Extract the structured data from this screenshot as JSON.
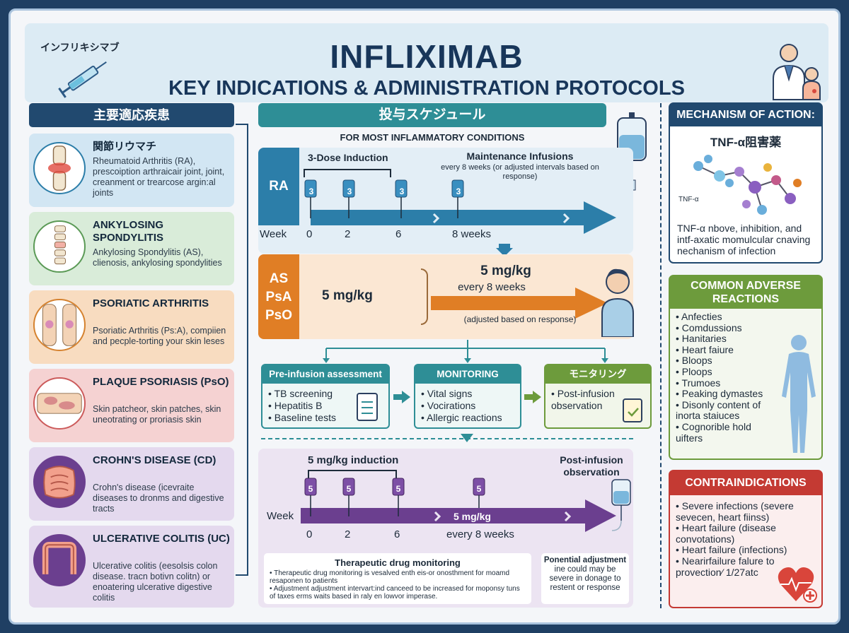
{
  "header": {
    "jp_label": "インフリキシマブ",
    "title": "INFLIXIMAB",
    "subtitle": "KEY INDICATIONS & ADMINISTRATION PROTOCOLS"
  },
  "indications": {
    "heading": "主要適応疾患",
    "items": [
      {
        "name": "関節リウマチ",
        "desc": "Rheumatoid Arthritis (RA), prescoiption arthraicair joint, joint, creanment or trearcose argin:al joints"
      },
      {
        "name": "ANKYLOSING SPONDYLITIS",
        "desc": "Ankylosing Spondylitis (AS), clienosis, ankylosing spondylities"
      },
      {
        "name": "PSORIATIC ARTHRITIS",
        "desc": "Psoriatic Arthritis (Ps:A), compiien and pecple-torting your skin leses"
      },
      {
        "name": "PLAQUE PSORIASIS (PsO)",
        "desc": "Skin patcheor, skin patches, skin uneotrating or proriasis skin"
      },
      {
        "name": "CROHN'S DISEASE (CD)",
        "desc": "Crohn's disease (icevraite diseases to dronms and digestive tracts"
      },
      {
        "name": "ULCERATIVE COLITIS (UC)",
        "desc": "Ulcerative colitis (eesolsis colon disease. tracn botivn colitn) or enoatering ulcerative digestive colitis"
      }
    ]
  },
  "schedule": {
    "heading": "投与スケジュール",
    "subheading": "FOR MOST INFLAMMATORY CONDITIONS",
    "ra": {
      "label": "RA",
      "induction_label": "3-Dose Induction",
      "maintenance_label": "Maintenance Infusions",
      "maintenance_note": "every 8 weeks (or adjusted intervals based on response)",
      "week_label": "Week",
      "weeks": [
        "0",
        "2",
        "6",
        "8 weeks"
      ],
      "dose_badge": "3"
    },
    "as": {
      "labels": [
        "AS",
        "PsA",
        "PsO"
      ],
      "dose": "5 mg/kg",
      "maint_dose": "5 mg/kg",
      "maint_freq": "every 8 weeks",
      "note": "(adjusted based on response)"
    },
    "steps": [
      {
        "title": "Pre-infusion assessment",
        "items": [
          "TB screening",
          "Hepatitis B",
          "Baseline tests"
        ],
        "color": "#2e8e96"
      },
      {
        "title": "MONITORING",
        "items": [
          "Vital signs",
          "Vocirations",
          "Allergic reactions"
        ],
        "color": "#2e8e96"
      },
      {
        "title": "モニタリング",
        "items": [
          "Post-infusion observation"
        ],
        "color": "#6d9b3c"
      }
    ],
    "cd": {
      "induction_label": "5 mg/kg induction",
      "post_label": "Post-infusion observation",
      "week_label": "Week",
      "weeks": [
        "0",
        "2",
        "6"
      ],
      "maint_dose": "5 mg/kg",
      "maint_freq": "every 8 weeks",
      "dose_badge": "5",
      "tdm_title": "Therapeutic drug monitoring",
      "tdm_items": [
        "Therapeutic drug monitoring is vesalved enth eis-or onosthment for moamd resaponen to patients",
        "Adjustment adjustment intervart:ind canceed to be increased for moponsy tuns of taxes erms waits based in raly en lowvor imperase."
      ],
      "adj_title": "Ponential adjustment",
      "adj_text": "ine could may be severe in donage to restent or response"
    }
  },
  "mechanism": {
    "heading": "MECHANISM OF ACTION:",
    "subheading": "TNF-α阻害薬",
    "molecule_label": "TNF-α",
    "text": "TNF-α nbove, inhibition, and intf-axatic momulcular cnaving nechanism of infection"
  },
  "adverse": {
    "heading": "COMMON ADVERSE REACTIONS",
    "items": [
      "Anfecties",
      "Comdussions",
      "Hanitaries",
      "Heart faiure",
      "Bloops",
      "Ploops",
      "Trumoes",
      "Peaking dymastes",
      "Disonly content of inorta staiuces",
      "Cognorible hold uifters"
    ]
  },
  "contra": {
    "heading": "CONTRAINDICATIONS",
    "items": [
      "Severe infections (severe sevecen, heart fiinss)",
      "Heart failure (disease convotations)",
      "Heart failure (infections)",
      "Nearirfailure falure to provection⁄ 1/27atc"
    ]
  },
  "colors": {
    "navy": "#21496f",
    "teal": "#2e8e96",
    "orange": "#e07e25",
    "purple": "#6b3f8f",
    "green": "#6d9b3c",
    "red": "#c43a33"
  }
}
